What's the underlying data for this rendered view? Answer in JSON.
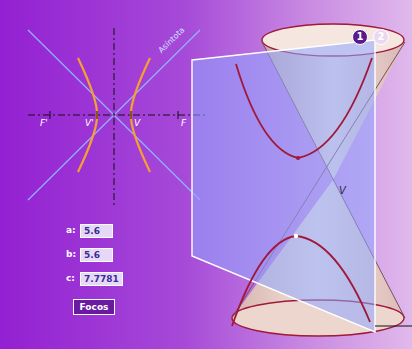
{
  "diagram": {
    "nodes": [
      {
        "text": [
          "1"
        ]
      },
      {
        "text": [
          "2"
        ]
      },
      {
        "text": [
          "5.6"
        ]
      },
      {
        "text": [
          "5.6"
        ]
      },
      {
        "text": [
          "7.7781"
        ]
      },
      {
        "text": [
          "Focos"
        ]
      }
    ],
    "labels": [
      "Asíntota",
      "F'",
      "V'",
      "V",
      "F",
      "a:",
      "b:",
      "c:",
      "V"
    ]
  }
}
